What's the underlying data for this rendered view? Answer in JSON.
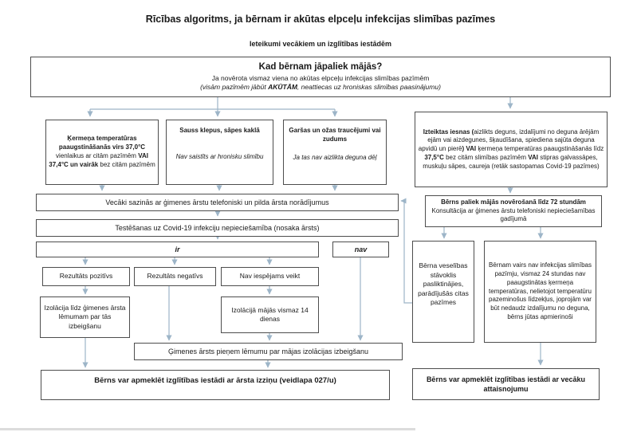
{
  "page": {
    "title": "Rīcības algoritms, ja bērnam ir akūtas elpceļu infekcijas slimības pazīmes",
    "subtitle": "Ieteikumi vecākiem un izglītības iestādēm"
  },
  "colors": {
    "arrow": "#9db5c8",
    "border": "#4d4d4d"
  },
  "header_box": {
    "title": "Kad bērnam jāpaliek mājās?",
    "line2": "Ja novērota vismaz viena no akūtas elpceļu infekcijas slimības pazīmēm",
    "line3_pre": "(visām pazīmēm jābūt ",
    "line3_bold": "AKŪTĀM",
    "line3_post": ", neattiecas uz hroniskas slimības paasinājumu)"
  },
  "symptoms": {
    "temp": {
      "b1": "Ķermeņa temperatūras paaugstināšanās virs 37,0°C",
      "n1": " vienlaikus ar citām pazīmēm ",
      "b2": "VAI 37,4°C un vairāk",
      "n2": " bez citām pazīmēm"
    },
    "cough": {
      "title": "Sauss klepus, sāpes kaklā",
      "note": "Nav saistīts ar hronisku slimību"
    },
    "taste": {
      "title": "Garšas un ožas traucējumi vai zudums",
      "note": "Ja tas nav aizlikta deguna dēļ"
    }
  },
  "flow": {
    "contact": "Vecāki sazinās ar ģimenes ārstu telefoniski un pilda ārsta norādījumus",
    "testing": "Testēšanas uz Covid-19 infekciju nepieciešamība (nosaka ārsts)",
    "ir": "ir",
    "nav": "nav",
    "positive": "Rezultāts pozitīvs",
    "negative": "Rezultāts negatīvs",
    "not_possible": "Nav iespējams veikt",
    "isolation_until": "Izolācija līdz ģimenes ārsta lēmumam par tās izbeigšanu",
    "isolation_14": "Izolācijā mājās vismaz 14 dienas",
    "doctor_decides": "Ģimenes ārsts pieņem lēmumu par mājas izolācijas izbeigšanu",
    "attend_doctor": "Bērns var apmeklēt izglītības iestādi ar ārsta izziņu (veidlapa 027/u)"
  },
  "right": {
    "iesnas": {
      "b1": "Izteiktas iesnas (",
      "n1": "aizlikts deguns, izdalījumi no deguna ārējām ejām vai aizdegunes, šķaudīšana, spiediena sajūta deguna apvidū un pierē",
      "b2": ") VAI",
      "n2": " ķermeņa temperatūras paaugstināšanās līdz ",
      "b3": "37,5°C",
      "n3": " bez citām slimības pazīmēm ",
      "b4": "VAI",
      "n4": " stipras galvassāpes, muskuļu sāpes, caureja (retāk sastopamas Covid-19 pazīmes)"
    },
    "observe": {
      "title": "Bērns paliek mājās novērošanā līdz 72 stundām",
      "line2": "Konsultācija ar ģimenes ārstu telefoniski nepieciešamības gadījumā"
    },
    "worse": "Bērna veselības stāvoklis pasliktinājies, parādījušās citas pazīmes",
    "better": "Bērnam vairs nav infekcijas slimības pazīmju, vismaz 24 stundas nav paaugstinātas ķermeņa temperatūras, nelietojot temperatūru pazeminošus līdzekļus, joprojām var būt nedaudz izdalījumu no deguna, bērns jūtas apmierinoši",
    "attend_parents": "Bērns var apmeklēt izglītības iestādi ar vecāku attaisnojumu"
  }
}
